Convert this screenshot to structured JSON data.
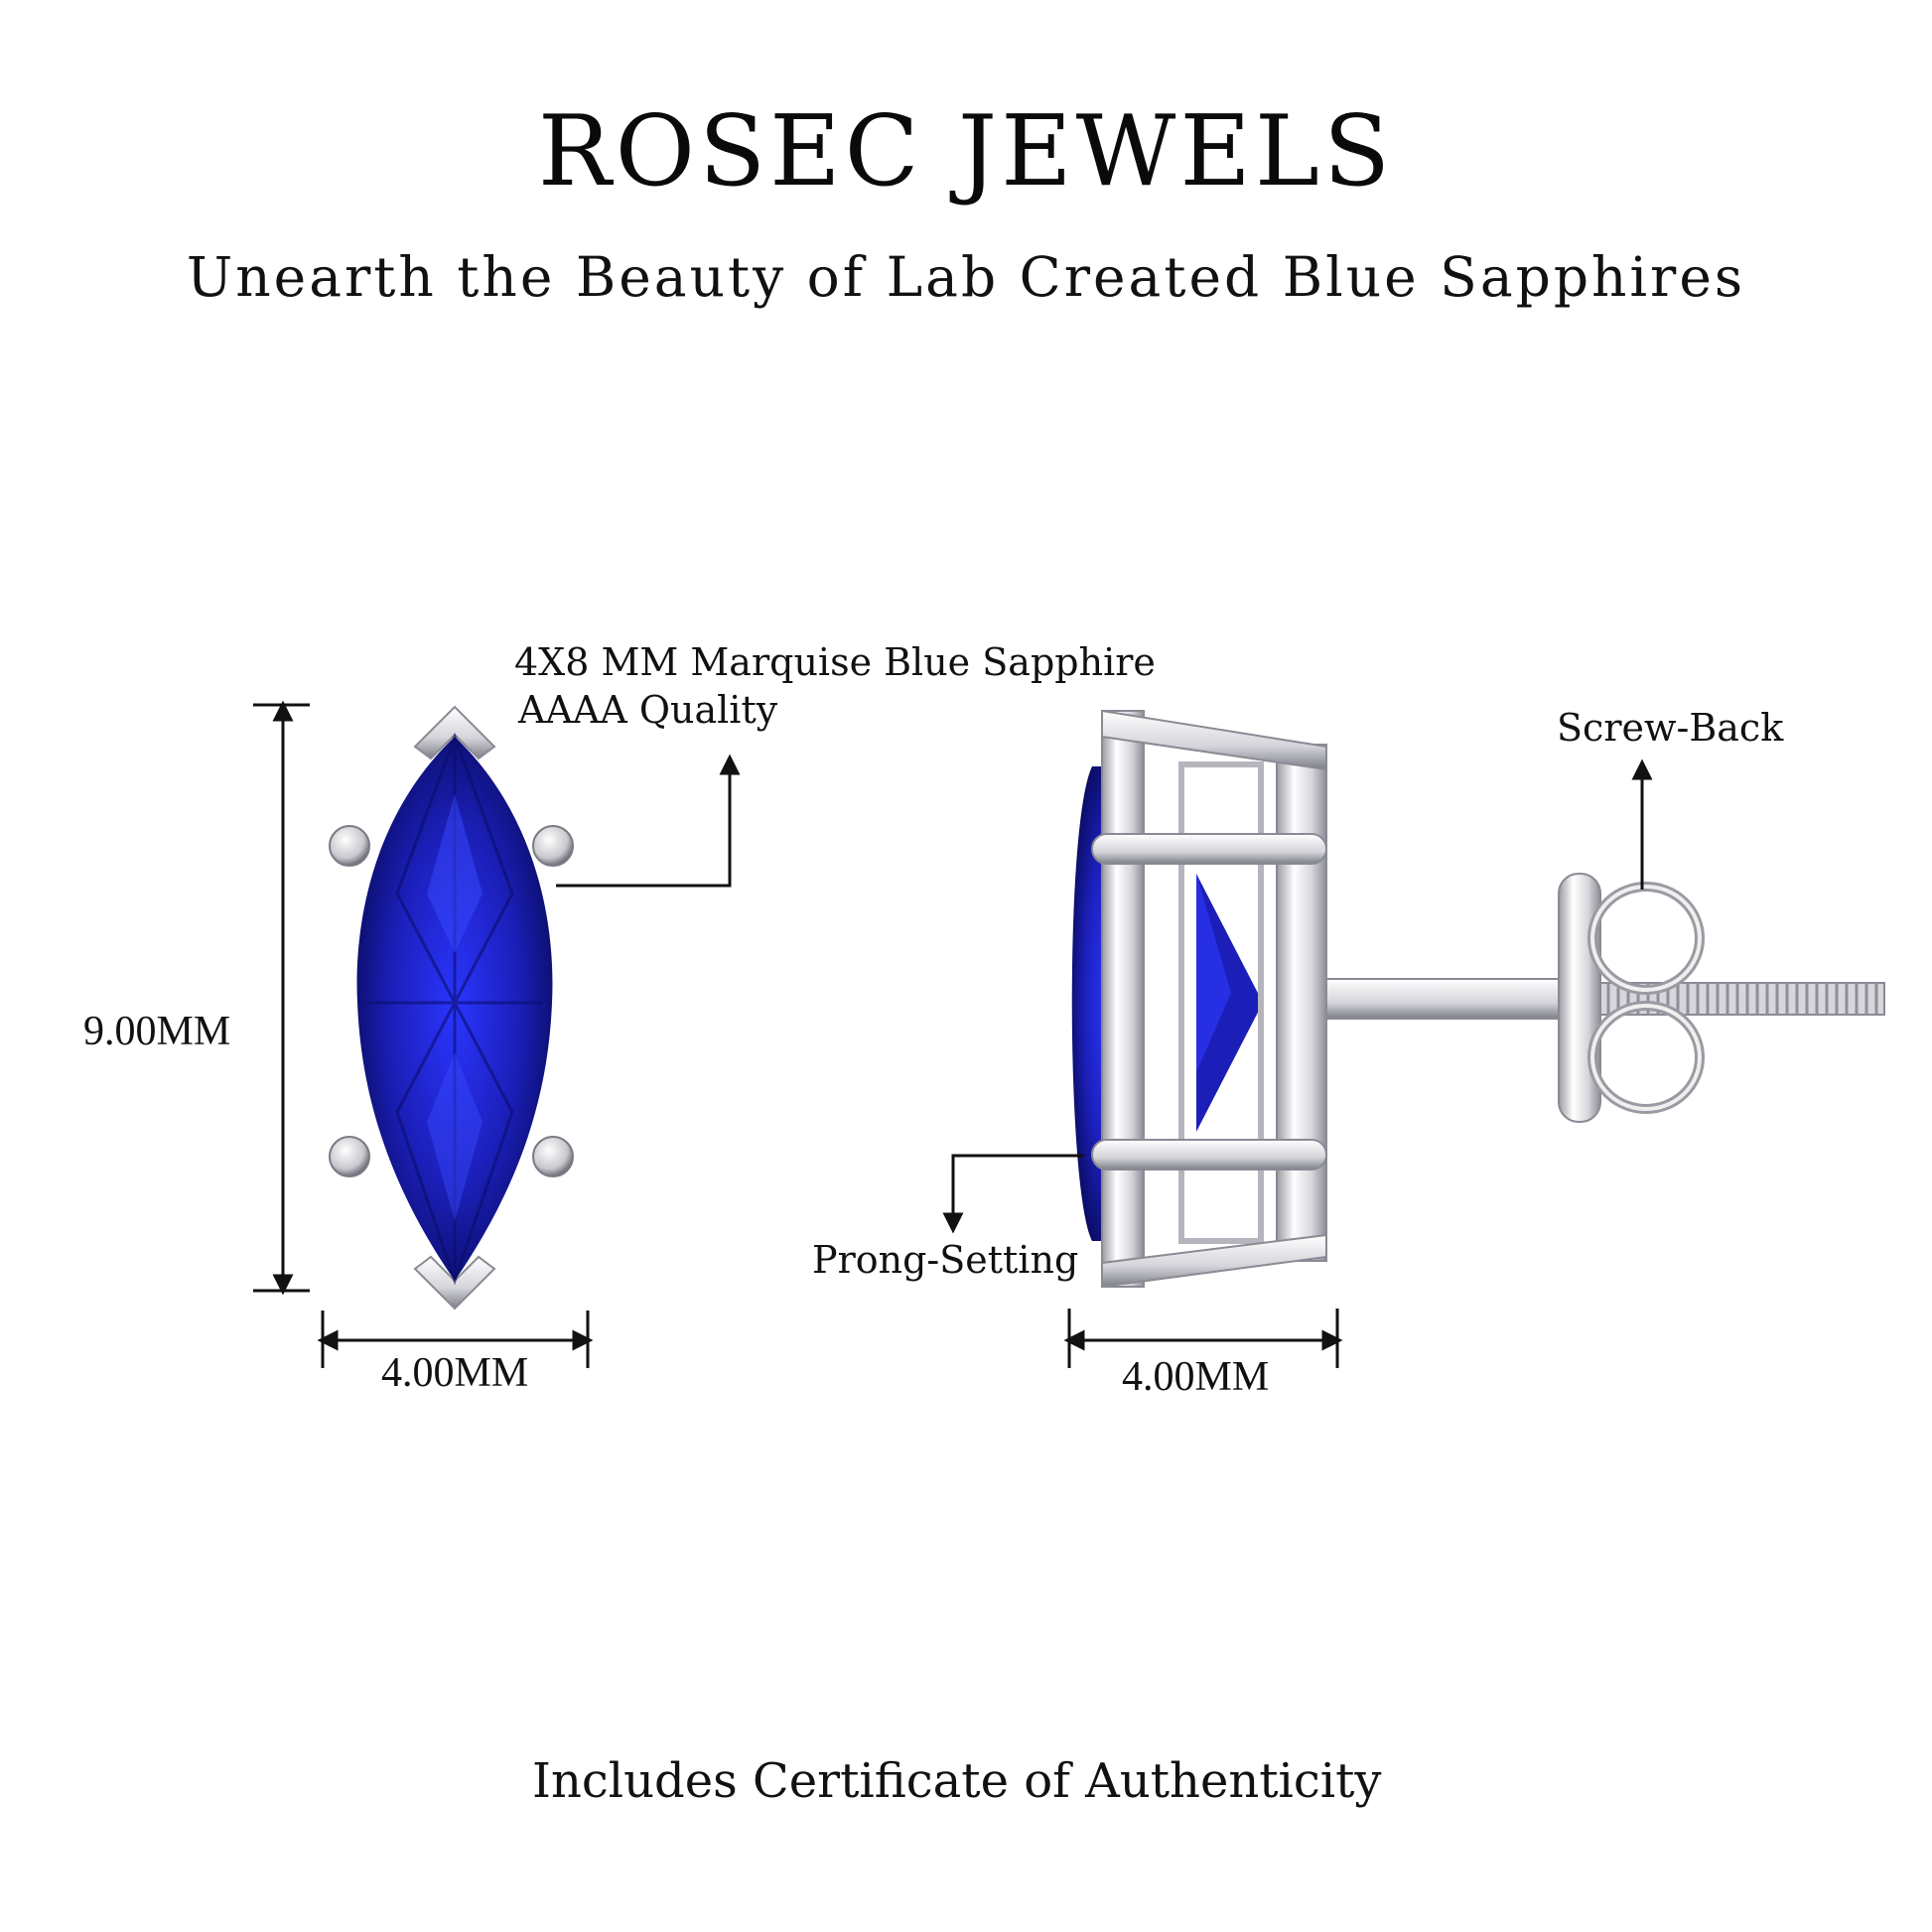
{
  "brand": "ROSEC JEWELS",
  "tagline": "Unearth the Beauty of Lab Created Blue Sapphires",
  "labels": {
    "stone_line1": "4X8 MM Marquise Blue Sapphire",
    "stone_line2": "AAAA Quality",
    "height": "9.00MM",
    "width_front": "4.00MM",
    "width_side": "4.00MM",
    "screw_back": "Screw-Back",
    "prong_setting": "Prong-Setting"
  },
  "footer": "Includes Certificate of Authenticity",
  "colors": {
    "sapphire": "#1b1fb8",
    "sapphire_dark": "#070a5c",
    "metal": "#e2e2e6",
    "text": "#111111"
  }
}
